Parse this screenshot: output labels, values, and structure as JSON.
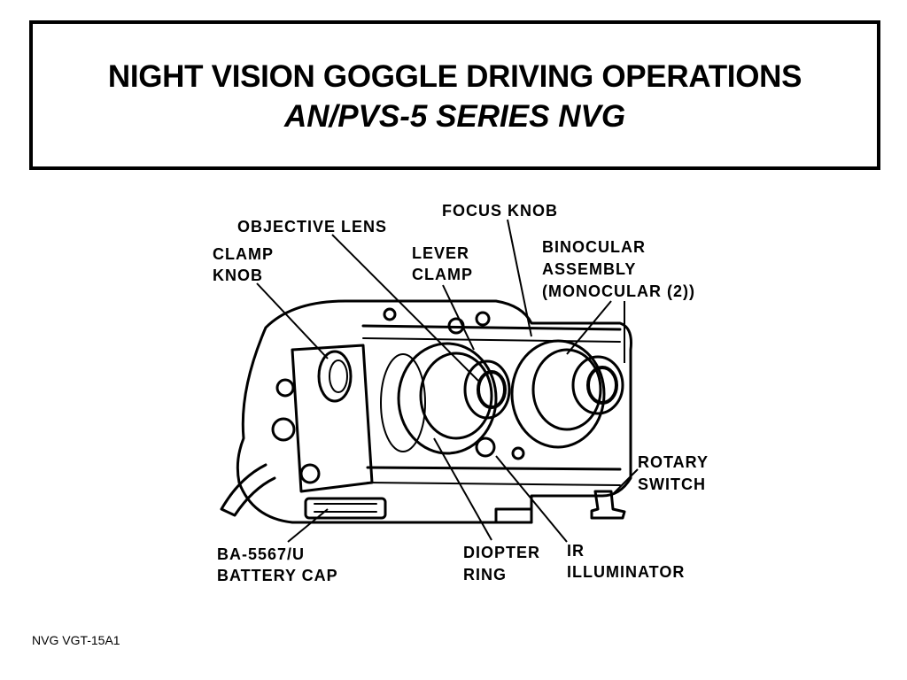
{
  "slide": {
    "title": "NIGHT VISION GOGGLE DRIVING OPERATIONS",
    "subtitle": "AN/PVS-5 SERIES NVG",
    "footer": "NVG VGT-15A1"
  },
  "labels": {
    "objective_lens": "OBJECTIVE LENS",
    "focus_knob": "FOCUS KNOB",
    "clamp_knob_1": "CLAMP",
    "clamp_knob_2": "KNOB",
    "lever_clamp_1": "LEVER",
    "lever_clamp_2": "CLAMP",
    "binocular_1": "BINOCULAR",
    "binocular_2": "ASSEMBLY",
    "binocular_3": "(MONOCULAR (2))",
    "rotary_switch_1": "ROTARY",
    "rotary_switch_2": "SWITCH",
    "battery_cap_1": "BA-5567/U",
    "battery_cap_2": "BATTERY CAP",
    "diopter_ring_1": "DIOPTER",
    "diopter_ring_2": "RING",
    "ir_illuminator_1": "IR",
    "ir_illuminator_2": "ILLUMINATOR"
  }
}
